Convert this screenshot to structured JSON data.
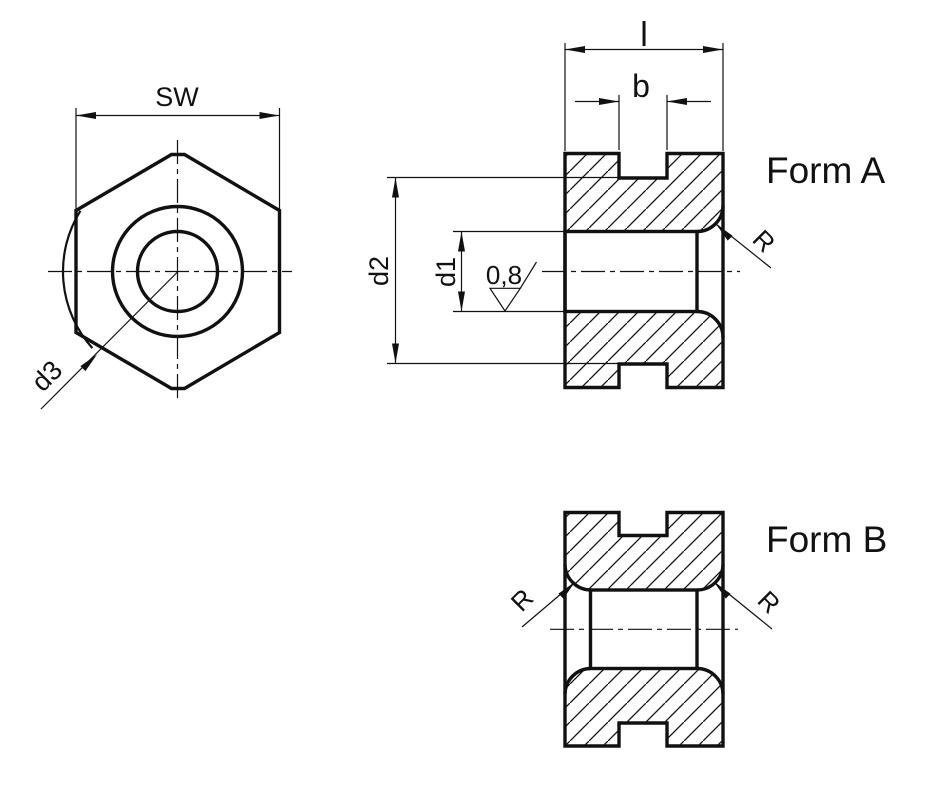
{
  "colors": {
    "line": "#111111",
    "background": "#ffffff"
  },
  "front_view": {
    "sw_label": "SW",
    "d3_label": "d3"
  },
  "form_a": {
    "title": "Form A",
    "l_label": "l",
    "b_label": "b",
    "d2_label": "d2",
    "d1_label": "d1",
    "roughness_value": "0,8",
    "r_label": "R"
  },
  "form_b": {
    "title": "Form B",
    "r_label_left": "R",
    "r_label_right": "R"
  }
}
